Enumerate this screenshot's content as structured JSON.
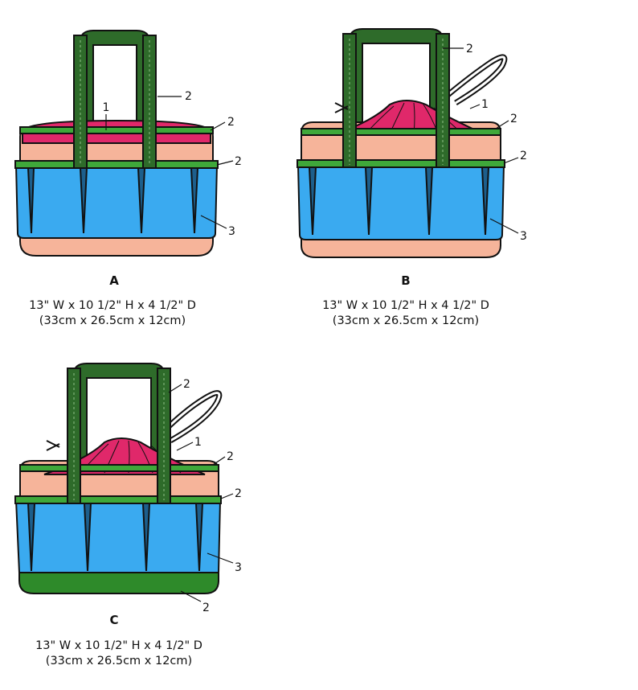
{
  "views": [
    {
      "letter": "A",
      "dims_line1": "13\" W x 10 1/2\" H x 4 1/2\" D",
      "dims_line2": "(33cm x 26.5cm x 12cm)",
      "variant": "open-top",
      "callouts": [
        "1",
        "2",
        "2",
        "2",
        "3"
      ]
    },
    {
      "letter": "B",
      "dims_line1": "13\" W x 10 1/2\" H x 4 1/2\" D",
      "dims_line2": "(33cm x 26.5cm x 12cm)",
      "variant": "drawstring-top",
      "callouts": [
        "2",
        "1",
        "2",
        "2",
        "3"
      ]
    },
    {
      "letter": "C",
      "dims_line1": "13\" W x 10 1/2\" H x 4 1/2\" D",
      "dims_line2": "(33cm x 26.5cm x 12cm)",
      "variant": "drawstring-top-green-base",
      "callouts": [
        "2",
        "1",
        "2",
        "2",
        "3",
        "2"
      ]
    }
  ],
  "colors": {
    "handle": "#2e6b2a",
    "binding": "#3fa83a",
    "lining": "#e0286a",
    "body": "#f6b49a",
    "pockets": "#3aaaf0",
    "base_green": "#2e8a2a",
    "outline": "#111111"
  }
}
